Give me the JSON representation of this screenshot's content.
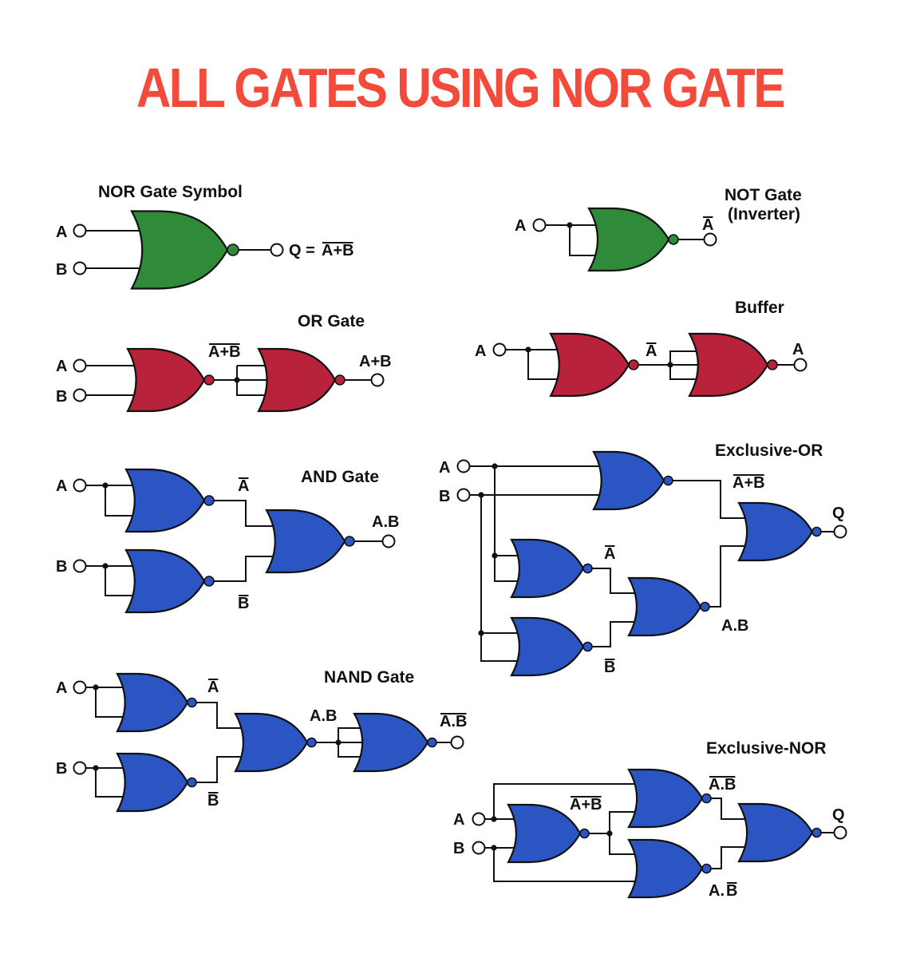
{
  "title": "ALL GATES USING NOR GATE",
  "colors": {
    "title": "#f24b3c",
    "green": "#2f8a3a",
    "red": "#b8223a",
    "blue": "#2a55c2",
    "wire": "#111111"
  },
  "sections": {
    "nor_symbol": {
      "title": "NOR Gate Symbol",
      "in_a": "A",
      "in_b": "B",
      "out": "Q = ",
      "out_bar": "A+B"
    },
    "not_gate": {
      "title1": "NOT Gate",
      "title2": "(Inverter)",
      "in_a": "A",
      "out_bar": "A"
    },
    "or_gate": {
      "title": "OR Gate",
      "in_a": "A",
      "in_b": "B",
      "mid_bar": "A+B",
      "out": "A+B"
    },
    "buffer": {
      "title": "Buffer",
      "in_a": "A",
      "mid_bar": "A",
      "out": "A"
    },
    "and_gate": {
      "title": "AND Gate",
      "in_a": "A",
      "in_b": "B",
      "mid_a_bar": "A",
      "mid_b_bar": "B",
      "out": "A.B"
    },
    "xor_gate": {
      "title": "Exclusive-OR",
      "in_a": "A",
      "in_b": "B",
      "top_bar": "A+B",
      "mid_a_bar": "A",
      "mid_b_bar": "B",
      "and_out": "A.B",
      "out": "Q"
    },
    "nand_gate": {
      "title": "NAND Gate",
      "in_a": "A",
      "in_b": "B",
      "mid_a_bar": "A",
      "mid_b_bar": "B",
      "and_out": "A.B",
      "out_bar": "A.B"
    },
    "xnor_gate": {
      "title": "Exclusive-NOR",
      "in_a": "A",
      "in_b": "B",
      "nor_bar": "A+B",
      "top_bar": "A.B",
      "bot_pre": "A.",
      "bot_bar": "B",
      "out": "Q"
    }
  }
}
